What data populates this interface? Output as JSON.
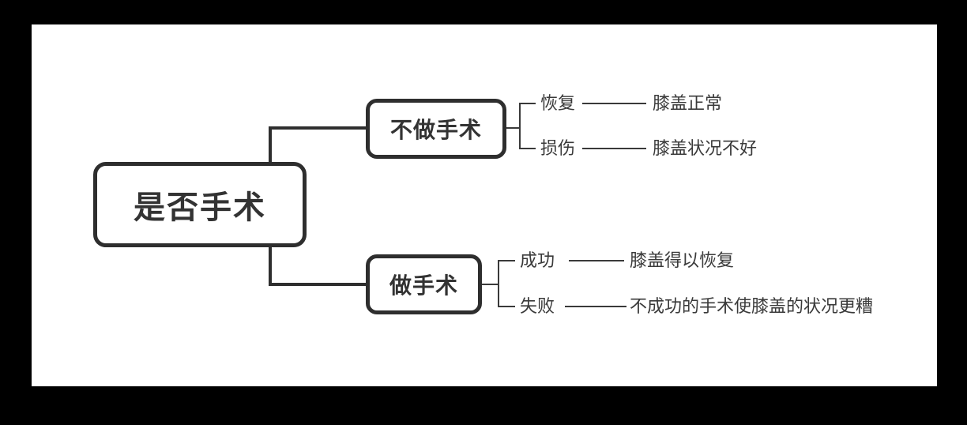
{
  "colors": {
    "frame": "#000000",
    "canvas": "#ffffff",
    "node-border": "#2e2e2e",
    "node-text": "#333333",
    "connector": "#2e2e2e",
    "leaf-line": "#3a3a3a",
    "leaf-text": "#3a3a3a"
  },
  "mindmap": {
    "root": {
      "label": "是否手术"
    },
    "branches": [
      {
        "label": "不做手术",
        "children": [
          {
            "label": "恢复",
            "result": "膝盖正常"
          },
          {
            "label": "损伤",
            "result": "膝盖状况不好"
          }
        ]
      },
      {
        "label": "做手术",
        "children": [
          {
            "label": "成功",
            "result": "膝盖得以恢复"
          },
          {
            "label": "失败",
            "result": "不成功的手术使膝盖的状况更糟"
          }
        ]
      }
    ]
  }
}
